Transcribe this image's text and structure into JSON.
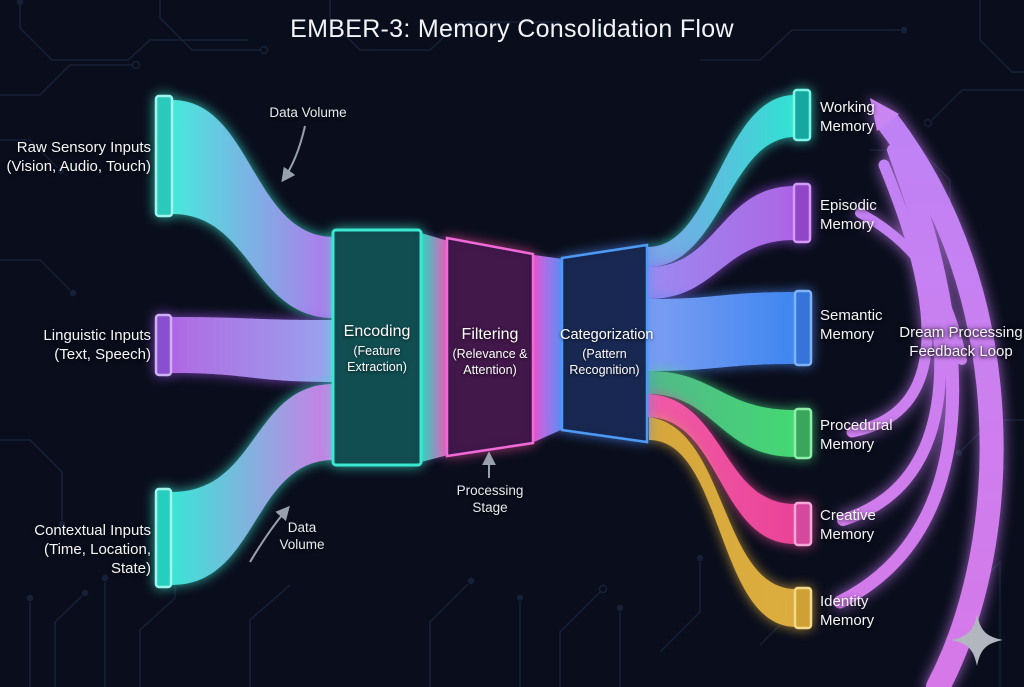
{
  "title": "EMBER-3: Memory Consolidation Flow",
  "inputs": [
    {
      "line1": "Raw Sensory Inputs",
      "line2": "(Vision, Audio, Touch)",
      "color": "#2dd4bf"
    },
    {
      "line1": "Linguistic Inputs",
      "line2": "(Text, Speech)",
      "color": "#a855f7"
    },
    {
      "line1": "Contextual Inputs",
      "line2": "(Time, Location, State)",
      "color": "#2dd4bf"
    }
  ],
  "stages": [
    {
      "name": "Encoding",
      "detail": "(Feature Extraction)",
      "border_color": "#3ae8d2"
    },
    {
      "name": "Filtering",
      "detail": "(Relevance & Attention)",
      "border_color": "#f06ad8"
    },
    {
      "name": "Categorization",
      "detail": "(Pattern Recognition)",
      "border_color": "#4d9af5"
    }
  ],
  "memories": [
    {
      "line1": "Working",
      "line2": "Memory",
      "color": "#2dd4bf"
    },
    {
      "line1": "Episodic",
      "line2": "Memory",
      "color": "#a855f7"
    },
    {
      "line1": "Semantic",
      "line2": "Memory",
      "color": "#3b82f6"
    },
    {
      "line1": "Procedural",
      "line2": "Memory",
      "color": "#4ade80"
    },
    {
      "line1": "Creative",
      "line2": "Memory",
      "color": "#ec4899"
    },
    {
      "line1": "Identity",
      "line2": "Memory",
      "color": "#d4a437"
    }
  ],
  "annotations": {
    "data_volume_top": "Data Volume",
    "data_volume_bottom_line1": "Data",
    "data_volume_bottom_line2": "Volume",
    "processing_line1": "Processing",
    "processing_line2": "Stage",
    "feedback_line1": "Dream Processing",
    "feedback_line2": "Feedback Loop"
  },
  "colors": {
    "background": "#0a0e1c",
    "circuit_trace": "#1b2740",
    "feedback_purple": "#c77df5",
    "arrow_gray": "#98a0ae",
    "sparkle_gray": "#b2b6bf"
  }
}
